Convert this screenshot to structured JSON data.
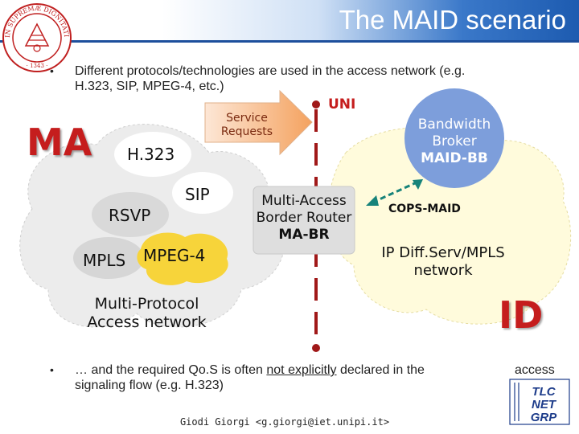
{
  "header": {
    "title": "The MAID scenario"
  },
  "bullets": [
    {
      "text_line1": "Different protocols/technologies are used in the access network (e.g.",
      "text_line2": "H.323, SIP, MPEG-4, etc.)"
    },
    {
      "text_line1": "… and the required Qo.S is often",
      "emphasis": "not explicitly",
      "text_line1_after": "declared in the",
      "text_line2": "signaling flow (e.g. H.323)",
      "overflow": "access"
    }
  ],
  "diagram": {
    "ma_label": "MA",
    "id_label": "ID",
    "service_requests": "Service Requests",
    "uni": "UNI",
    "protocols": [
      "H.323",
      "SIP",
      "RSVP",
      "MPLS",
      "MPEG-4"
    ],
    "access_network": [
      "Multi-Protocol",
      "Access network"
    ],
    "border_router": [
      "Multi-Access",
      "Border Router",
      "MA-BR"
    ],
    "broker": [
      "Bandwidth",
      "Broker",
      "MAID-BB"
    ],
    "cops": "COPS-MAID",
    "ip_network": [
      "IP Diff.Serv/MPLS",
      "network"
    ]
  },
  "logos": {
    "seal_text": "IN SUPREMÆ DIGNITATIS · 1343 ·",
    "lab_logo": "TLC NET GRP"
  },
  "footer": {
    "author": "Giodi Giorgi <g.giorgi@iet.unipi.it>"
  },
  "colors": {
    "accent_red": "#c51d1d",
    "header_blue": "#1d5bb0",
    "cloud_grey": "#e9e9e9",
    "cloud_yellow": "#fff9d6"
  }
}
